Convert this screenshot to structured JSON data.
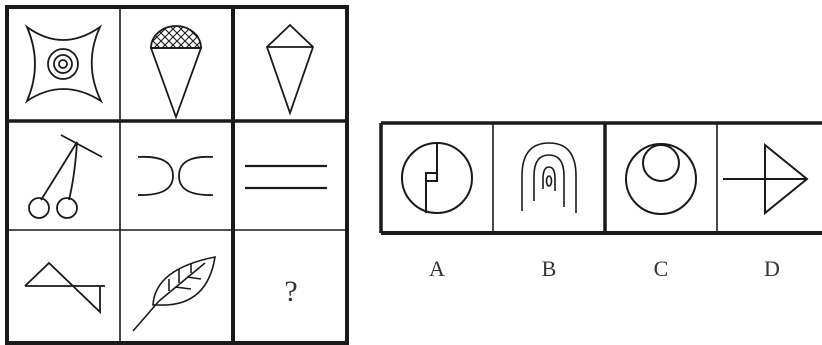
{
  "grid": {
    "missing_cell_label": "?"
  },
  "options": {
    "letters": [
      "A",
      "B",
      "C",
      "D"
    ]
  },
  "colors": {
    "line": "#1a1a1a",
    "background": "#ffffff"
  }
}
